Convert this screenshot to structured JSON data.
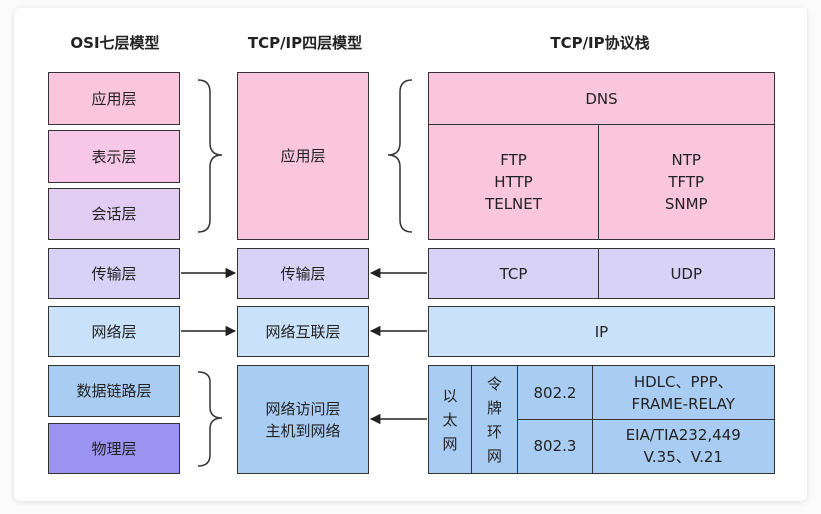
{
  "headers": {
    "osi": "OSI七层模型",
    "tcpip4": "TCP/IP四层模型",
    "stack": "TCP/IP协议栈"
  },
  "osi_layers": {
    "application": "应用层",
    "presentation": "表示层",
    "session": "会话层",
    "transport": "传输层",
    "network": "网络层",
    "datalink": "数据链路层",
    "physical": "物理层"
  },
  "tcpip_layers": {
    "application": "应用层",
    "transport": "传输层",
    "internet": "网络互联层",
    "access": "网络访问层\n主机到网络"
  },
  "protocols": {
    "dns": "DNS",
    "app_left": "FTP\nHTTP\nTELNET",
    "app_right": "NTP\nTFTP\nSNMP",
    "tcp": "TCP",
    "udp": "UDP",
    "ip": "IP",
    "ethernet": "以\n太\n网",
    "token_ring": "令\n牌\n环\n网",
    "ieee8022": "802.2",
    "ieee8023": "802.3",
    "hdlc": "HDLC、PPP、\nFRAME-RELAY",
    "eia": "EIA/TIA232,449\nV.35、V.21"
  },
  "colors": {
    "pink": "#f9c6dc",
    "lavender": "#e2cdf2",
    "periwinkle": "#d8d2f6",
    "light_blue": "#c9e2f9",
    "blue": "#a9ccf3",
    "purple": "#9a93ef"
  }
}
